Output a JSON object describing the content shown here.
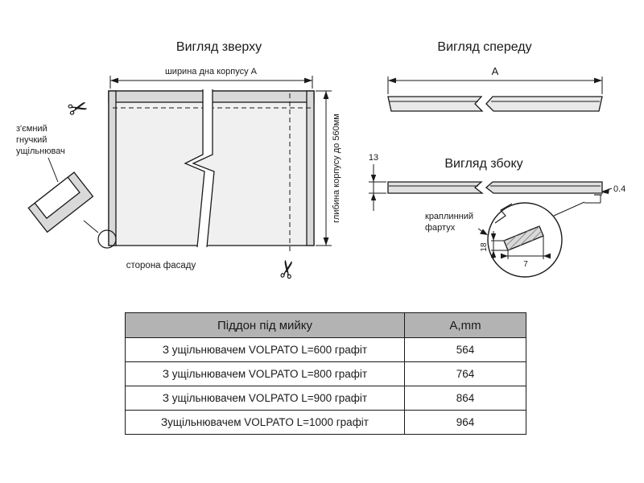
{
  "titles": {
    "top_view": "Вигляд зверху",
    "front_view": "Вигляд спереду",
    "side_view": "Вигляд збоку"
  },
  "top_view": {
    "width_label": "ширина дна корпусу  А",
    "depth_label": "глибина  корпусу до 560мм",
    "facade_label": "сторона фасаду",
    "seal_label_line1": "з'ємний",
    "seal_label_line2": "гнучкий",
    "seal_label_line3": "ущільнювач",
    "scissors_icon": "✂"
  },
  "front_view": {
    "dim_a": "A"
  },
  "side_view": {
    "dim_height": "13",
    "dim_drip": "0.4",
    "apron_label_line1": "краплинний",
    "apron_label_line2": "фартух",
    "dim_section_height": "18",
    "dim_section_width": "7"
  },
  "table": {
    "header": {
      "name": "Піддон під мийку",
      "a": "A,mm"
    },
    "rows": [
      {
        "name": "З ущільнювачем VOLPATO L=600 графіт",
        "a": "564"
      },
      {
        "name": "З ущільнювачем VOLPATO L=800 графіт",
        "a": "764"
      },
      {
        "name": "З ущільнювачем  VOLPATO L=900 графіт",
        "a": "864"
      },
      {
        "name": "Зущільнювачем VOLPATO L=1000 графіт",
        "a": "964"
      }
    ]
  },
  "colors": {
    "line": "#1a1a1a",
    "fill_light": "#f0f0f0",
    "fill_band": "#d9d9d9",
    "table_header_bg": "#b3b3b3"
  }
}
